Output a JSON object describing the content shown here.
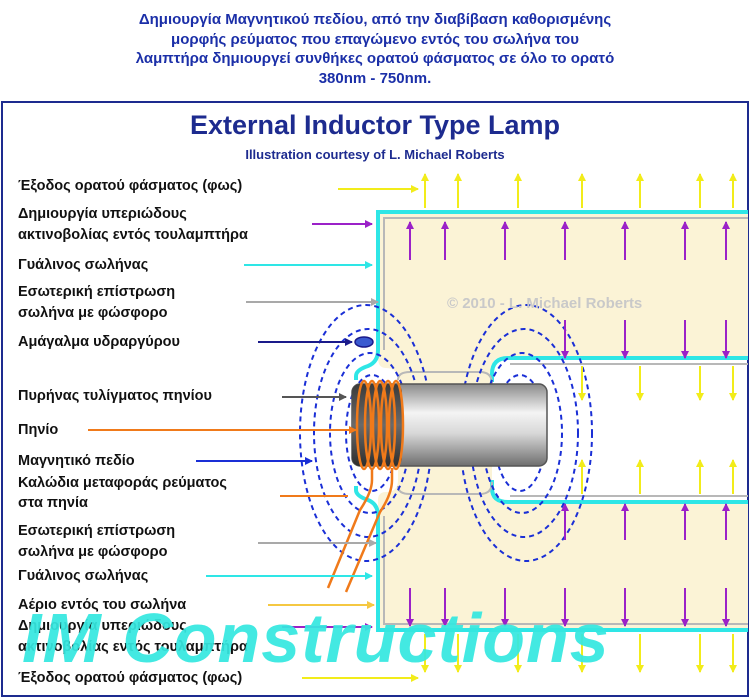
{
  "header": {
    "lines": [
      "Δημιουργία Μαγνητικού πεδίου, από την διαβίβαση καθορισμένης",
      "μορφής ρεύματος που επαγώμενο εντός του σωλήνα του",
      "λαμπτήρα δημιουργεί συνθήκες ορατού φάσματος σε όλο το ορατό",
      "380nm - 750nm."
    ]
  },
  "diagram": {
    "title": "External Inductor Type Lamp",
    "subtitle": "Illustration courtesy of L. Michael Roberts",
    "copyright": "© 2010 - L. Michael Roberts",
    "labels": [
      "Έξοδος ορατού φάσματος (φως)",
      "Δημιουργία υπεριώδους",
      "ακτινοβολίας εντός τουλαμπτήρα",
      "Γυάλινος σωλήνας",
      "Εσωτερική επίστρωση",
      "σωλήνα με φώσφορο",
      "Αμάγαλμα υδραργύρου",
      "Πυρήνας τυλίγματος πηνίου",
      "Πηνίο",
      "Μαγνητικό πεδίο",
      "Καλώδια μεταφοράς ρεύματος",
      "στα πηνία",
      "Εσωτερική επίστρωση",
      "σωλήνα με φώσφορο",
      "Γυάλινος σωλήνας",
      "Αέριο εντός του σωλήνα",
      "Δημιουργία υπεριώδους",
      "ακτινοβολίας εντός τουλαμπτήρα",
      "Έξοδος ορατού φάσματος (φως)"
    ]
  },
  "watermark": "IM Constructions",
  "colors": {
    "header_text": "#1b2fa8",
    "title": "#1d2b8f",
    "tube_glass": "#2ee6e6",
    "tube_fill": "#fbf3d6",
    "visible_arrow": "#f2ec1a",
    "uv_arrow": "#9b21c8",
    "field_line": "#1a2fd6",
    "coil": "#f07a1a",
    "watermark": "#35e8e0"
  }
}
